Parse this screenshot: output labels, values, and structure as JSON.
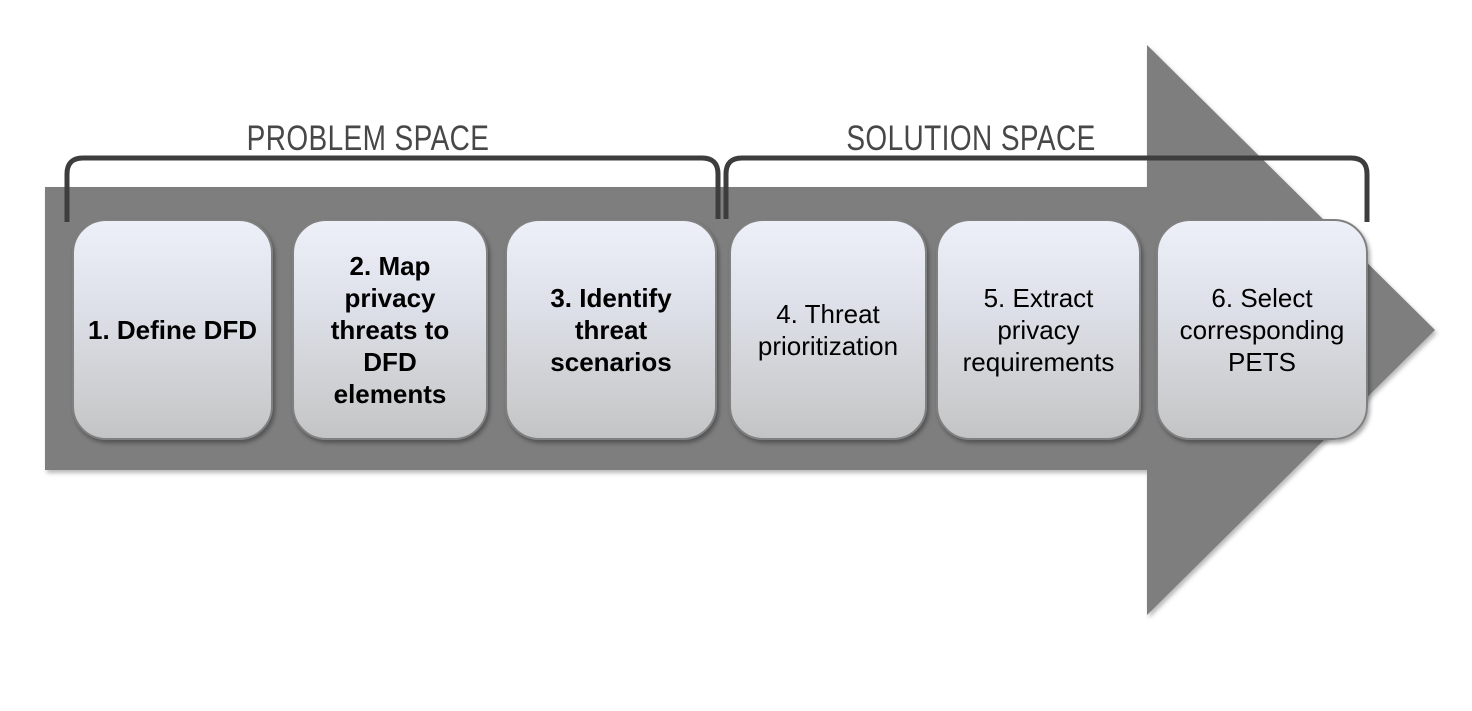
{
  "diagram": {
    "type": "process-flow",
    "phases": [
      {
        "id": "problem",
        "label": "PROBLEM SPACE",
        "covers_steps": [
          1,
          2,
          3
        ]
      },
      {
        "id": "solution",
        "label": "SOLUTION SPACE",
        "covers_steps": [
          4,
          5,
          6
        ]
      }
    ],
    "steps": [
      {
        "number": 1,
        "label": "1. Define DFD",
        "phase": "problem",
        "bold": true
      },
      {
        "number": 2,
        "label": "2. Map privacy threats to DFD elements",
        "phase": "problem",
        "bold": true
      },
      {
        "number": 3,
        "label": "3. Identify threat scenarios",
        "phase": "problem",
        "bold": true
      },
      {
        "number": 4,
        "label": "4. Threat prioritization",
        "phase": "solution",
        "bold": false
      },
      {
        "number": 5,
        "label": "5. Extract privacy requirements",
        "phase": "solution",
        "bold": false
      },
      {
        "number": 6,
        "label": "6. Select corresponding PETS",
        "phase": "solution",
        "bold": false
      }
    ],
    "colors": {
      "arrow_fill": "#7e7e7e",
      "bracket_stroke": "#3d3d3d",
      "phase_label_text": "#474747",
      "box_border": "#808080",
      "box_gradient_top": "#edf0f8",
      "box_gradient_bottom": "#c3c4c6",
      "step_text": "#000000",
      "background": "#ffffff"
    }
  }
}
